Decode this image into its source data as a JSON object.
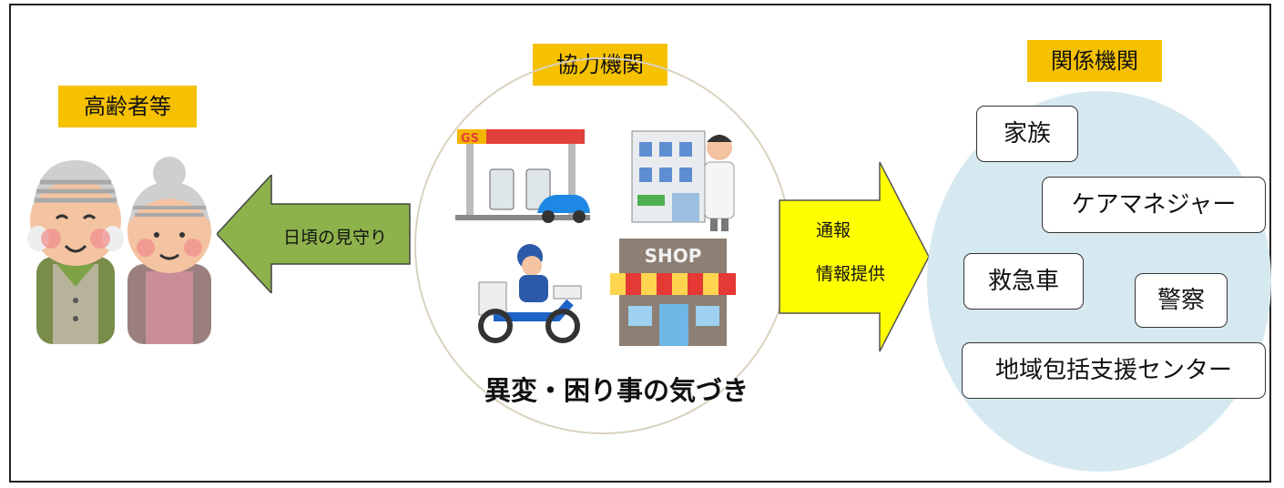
{
  "elderly": {
    "label": "高齢者等"
  },
  "partners": {
    "label": "協力機関",
    "caption": "異変・困り事の気づき",
    "shop_sign": "SHOP",
    "gs_sign": "GS"
  },
  "related": {
    "label": "関係機関",
    "items": [
      "家族",
      "ケアマネジャー",
      "救急車",
      "警察",
      "地域包括支援センター"
    ]
  },
  "arrows": {
    "left": {
      "text": "日頃の見守り",
      "color": "#8db24b"
    },
    "right": {
      "lines": [
        "通報",
        "情報提供"
      ],
      "color": "#ffff00"
    }
  },
  "colors": {
    "tag": "#f5c100",
    "related_blob": "#d7e9f0",
    "circle": "#d9d2bf"
  }
}
